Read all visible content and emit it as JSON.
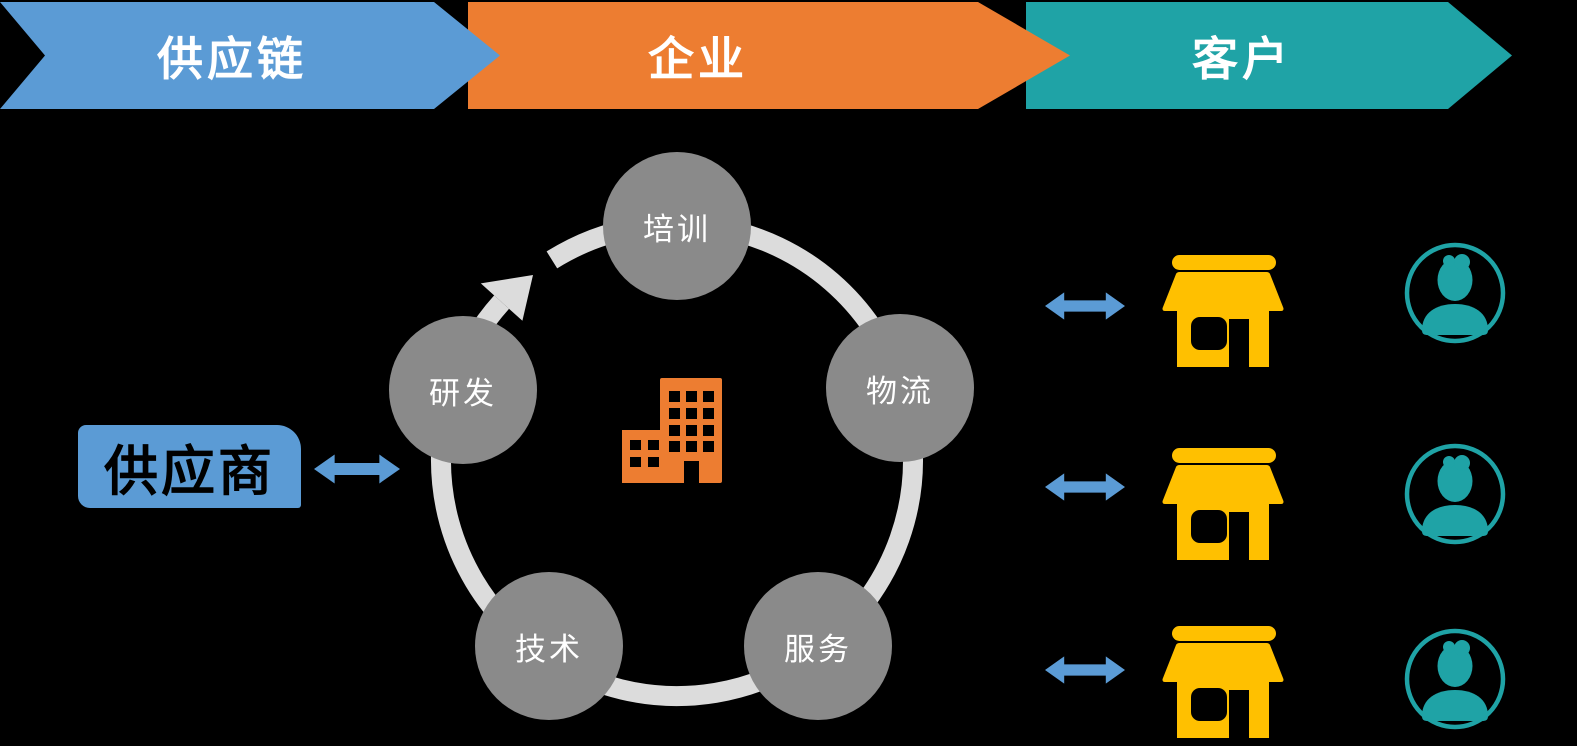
{
  "banners": [
    {
      "label": "供应链",
      "color": "#5B9BD5"
    },
    {
      "label": "企业",
      "color": "#ED7D31"
    },
    {
      "label": "客户",
      "color": "#1FA3A6"
    }
  ],
  "supplier": {
    "label": "供应商",
    "box_color": "#5B9BD5",
    "text_color": "#000000"
  },
  "cycle": {
    "direction": "clockwise",
    "ring_color": "#DCDCDC",
    "node_color": "#8A8A8A",
    "center_icon": "office-building",
    "center_icon_color": "#ED7D31",
    "nodes": [
      {
        "label": "培训"
      },
      {
        "label": "物流"
      },
      {
        "label": "服务"
      },
      {
        "label": "技术"
      },
      {
        "label": "研发"
      }
    ]
  },
  "customers": {
    "row_count": 3,
    "store_color": "#FFC000",
    "avatar_color": "#1FA3A6",
    "arrow_color": "#5B9BD5",
    "rows": [
      {
        "store_icon": "storefront",
        "avatar_icon": "person"
      },
      {
        "store_icon": "storefront",
        "avatar_icon": "person"
      },
      {
        "store_icon": "storefront",
        "avatar_icon": "person"
      }
    ]
  }
}
